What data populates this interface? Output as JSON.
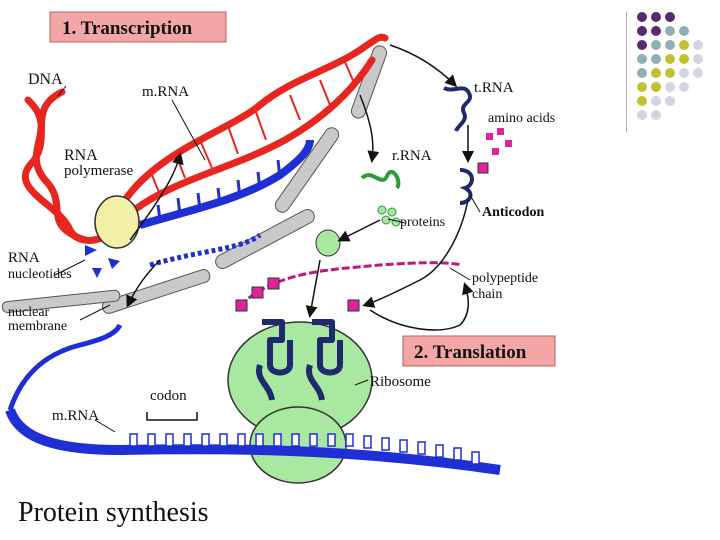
{
  "diagram": {
    "title": "Protein synthesis",
    "sections": {
      "transcription": "1. Transcription",
      "translation": "2. Translation"
    },
    "labels": {
      "dna": "DNA",
      "mrna_top": "m.RNA",
      "rna": "RNA",
      "polymerase": "polymerase",
      "trna": "t.RNA",
      "amino_acids": "amino acids",
      "rrna": "r.RNA",
      "anticodon": "Anticodon",
      "proteins": "proteins",
      "rna_nuc_1": "RNA",
      "rna_nuc_2": "nucleotides",
      "nuclear_1": "nuclear",
      "nuclear_2": "membrane",
      "polypeptide_1": "polypeptide",
      "polypeptide_2": "chain",
      "ribosome": "Ribosome",
      "codon": "codon",
      "mrna_bottom": "m.RNA"
    },
    "colors": {
      "dna_strand": "#e8251f",
      "mrna_strand": "#1f2fd6",
      "membrane": "#c9c9c9",
      "ribosome": "#a8e8a0",
      "trna": "#1e2a6b",
      "amino_acid": "#e0239b",
      "rrna": "#2f9a3a",
      "label_box": "#f4a6a6",
      "deco_purple": "#5a2a6e",
      "deco_teal": "#8fb0b4",
      "deco_olive": "#c2c230",
      "deco_gray": "#d4d4e2"
    }
  }
}
